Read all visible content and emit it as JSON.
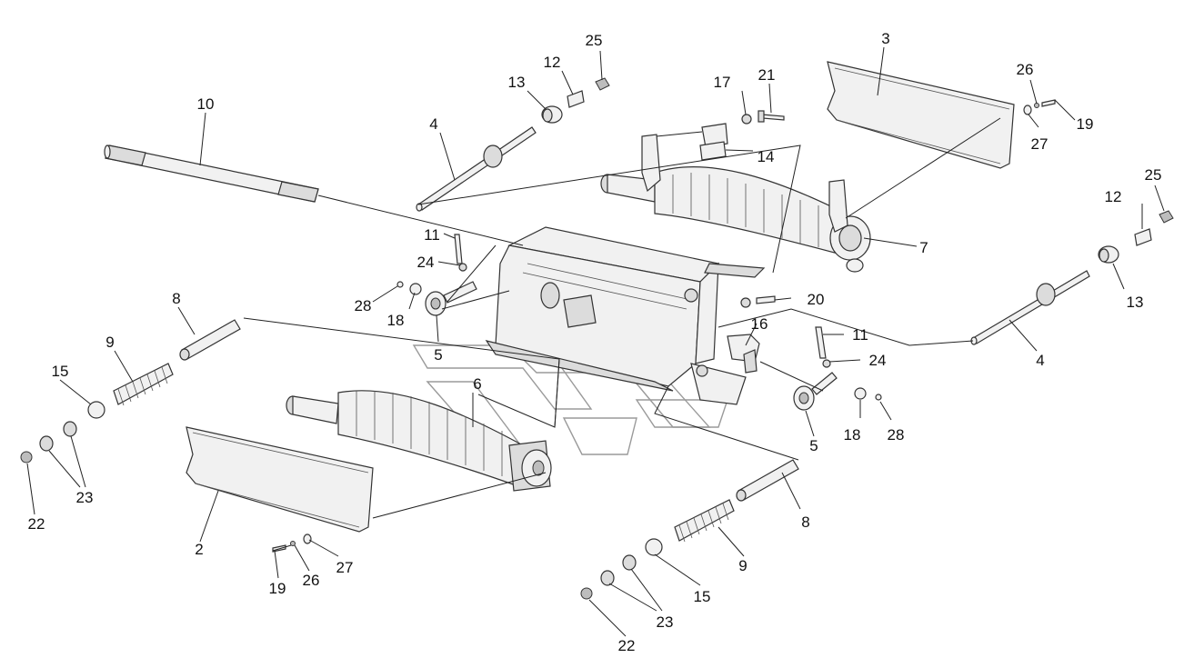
{
  "callouts": [
    {
      "id": "25a",
      "text": "25"
    },
    {
      "id": "12a",
      "text": "12"
    },
    {
      "id": "13a",
      "text": "13"
    },
    {
      "id": "4a",
      "text": "4"
    },
    {
      "id": "10",
      "text": "10"
    },
    {
      "id": "3",
      "text": "3"
    },
    {
      "id": "17",
      "text": "17"
    },
    {
      "id": "21",
      "text": "21"
    },
    {
      "id": "14",
      "text": "14"
    },
    {
      "id": "26a",
      "text": "26"
    },
    {
      "id": "27a",
      "text": "27"
    },
    {
      "id": "19a",
      "text": "19"
    },
    {
      "id": "25b",
      "text": "25"
    },
    {
      "id": "12b",
      "text": "12"
    },
    {
      "id": "13b",
      "text": "13"
    },
    {
      "id": "7",
      "text": "7"
    },
    {
      "id": "11a",
      "text": "11"
    },
    {
      "id": "24a",
      "text": "24"
    },
    {
      "id": "28a",
      "text": "28"
    },
    {
      "id": "18a",
      "text": "18"
    },
    {
      "id": "20",
      "text": "20"
    },
    {
      "id": "5a",
      "text": "5"
    },
    {
      "id": "8a",
      "text": "8"
    },
    {
      "id": "9a",
      "text": "9"
    },
    {
      "id": "16",
      "text": "16"
    },
    {
      "id": "11b",
      "text": "11"
    },
    {
      "id": "24b",
      "text": "24"
    },
    {
      "id": "4b",
      "text": "4"
    },
    {
      "id": "15a",
      "text": "15"
    },
    {
      "id": "6",
      "text": "6"
    },
    {
      "id": "18b",
      "text": "18"
    },
    {
      "id": "28b",
      "text": "28"
    },
    {
      "id": "5b",
      "text": "5"
    },
    {
      "id": "23a",
      "text": "23"
    },
    {
      "id": "22a",
      "text": "22"
    },
    {
      "id": "2",
      "text": "2"
    },
    {
      "id": "8b",
      "text": "8"
    },
    {
      "id": "9b",
      "text": "9"
    },
    {
      "id": "27b",
      "text": "27"
    },
    {
      "id": "26b",
      "text": "26"
    },
    {
      "id": "19b",
      "text": "19"
    },
    {
      "id": "15b",
      "text": "15"
    },
    {
      "id": "23b",
      "text": "23"
    },
    {
      "id": "22b",
      "text": "22"
    }
  ]
}
